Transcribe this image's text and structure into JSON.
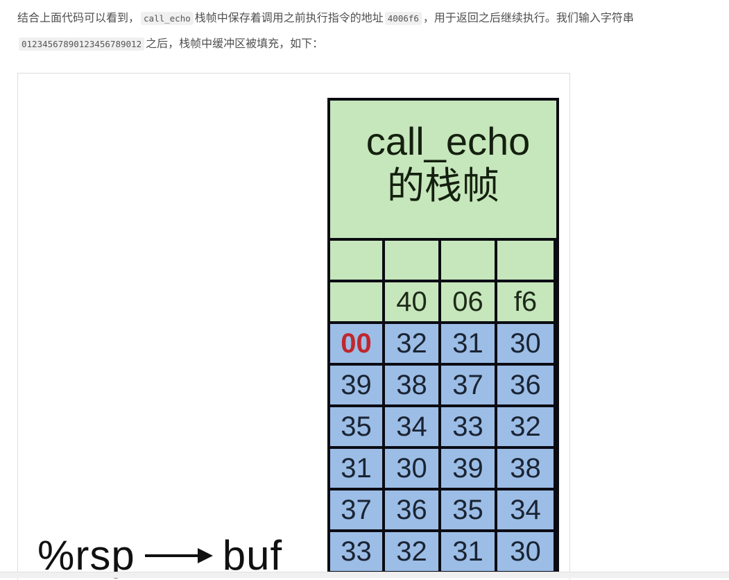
{
  "paragraph": {
    "part1": "结合上面代码可以看到，",
    "code1": "call_echo",
    "part2": "栈帧中保存着调用之前执行指令的地址",
    "code2": "4006f6",
    "part3": "，用于返回之后继续执行。我们输入字符串",
    "code3": "01234567890123456789012",
    "part4": "之后，栈帧中缓冲区被填充，如下："
  },
  "figure": {
    "frame_title_line1": "call_echo",
    "frame_title_line2": "的栈帧",
    "green_rows": [
      [
        "",
        "",
        "",
        ""
      ],
      [
        "",
        "40",
        "06",
        "f6"
      ]
    ],
    "blue_rows": [
      [
        "00",
        "32",
        "31",
        "30"
      ],
      [
        "39",
        "38",
        "37",
        "36"
      ],
      [
        "35",
        "34",
        "33",
        "32"
      ],
      [
        "31",
        "30",
        "39",
        "38"
      ],
      [
        "37",
        "36",
        "35",
        "34"
      ],
      [
        "33",
        "32",
        "31",
        "30"
      ]
    ],
    "highlight_color": "#c0272d",
    "green_color": "#c6e6bb",
    "blue_color": "#9cbde6",
    "rsp_label": "%rsp",
    "buf_label": "buf"
  }
}
